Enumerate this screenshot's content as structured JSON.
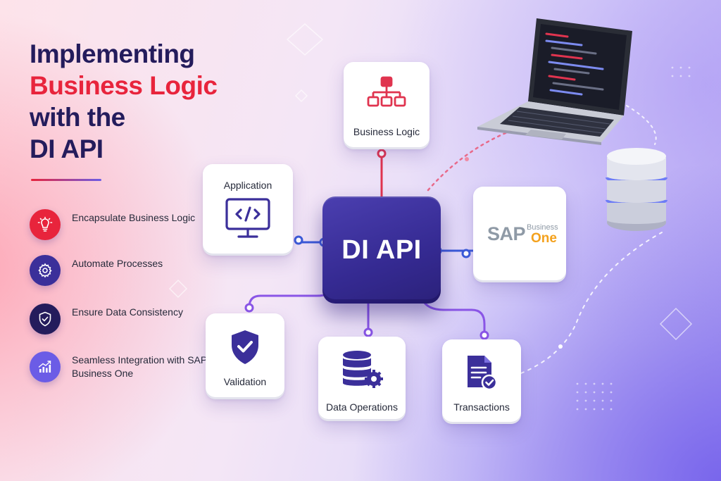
{
  "title": {
    "line1": "Implementing",
    "line2": "Business Logic",
    "line3": "with the",
    "line4": "DI API"
  },
  "features": [
    {
      "icon": "lightbulb-icon",
      "text": "Encapsulate Business Logic",
      "color": "#e8243c"
    },
    {
      "icon": "gear-icon",
      "text": "Automate Processes",
      "color": "#3b2f9a"
    },
    {
      "icon": "shield-check-icon",
      "text": "Ensure Data Consistency",
      "color": "#241c5c"
    },
    {
      "icon": "growth-chart-icon",
      "text": "Seamless Integration with SAP Business One",
      "color": "#6b5ce6"
    }
  ],
  "hub": {
    "label": "DI API"
  },
  "nodes": {
    "business_logic": {
      "label": "Business Logic",
      "icon": "hierarchy-icon"
    },
    "application": {
      "label": "Application",
      "icon": "code-monitor-icon"
    },
    "sap": {
      "logo_main": "SAP",
      "logo_business": "Business",
      "logo_one": "One"
    },
    "validation": {
      "label": "Validation",
      "icon": "shield-check-icon"
    },
    "data_operations": {
      "label": "Data Operations",
      "icon": "database-gear-icon"
    },
    "transactions": {
      "label": "Transactions",
      "icon": "document-check-icon"
    }
  },
  "colors": {
    "title_dark": "#241c5c",
    "accent_red": "#e8243c",
    "accent_purple": "#6b5ce6",
    "hub": "#352a92",
    "sap_gold": "#f4a11c"
  }
}
